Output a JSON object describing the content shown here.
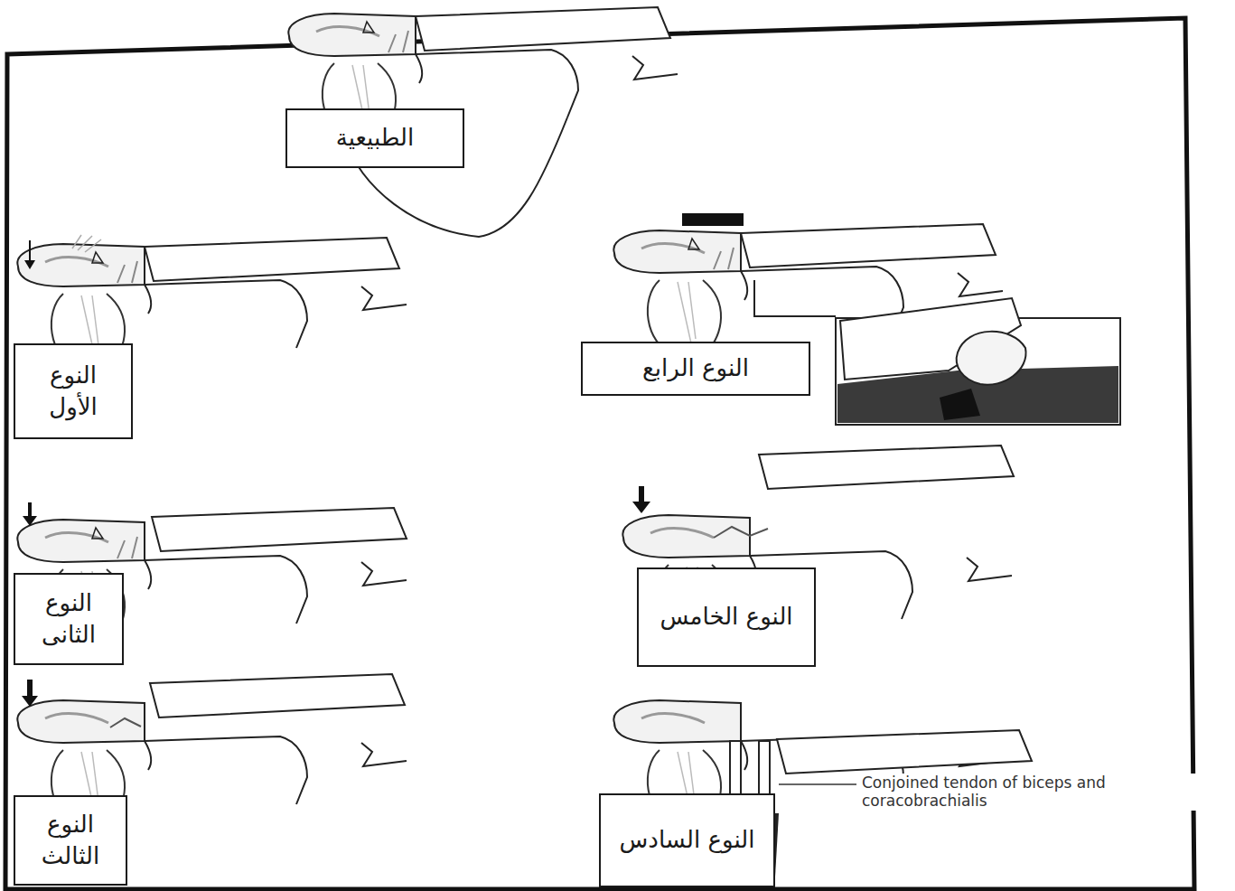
{
  "diagram": {
    "nodes": [
      {
        "text": [
          "الطبيعية"
        ]
      },
      {
        "text": [
          "النوع الأول"
        ]
      },
      {
        "text": [
          "النوع الرابع"
        ]
      },
      {
        "text": [
          "النوع الثانى"
        ]
      },
      {
        "text": [
          "النوع الخامس"
        ]
      },
      {
        "text": [
          "النوع الثالث"
        ]
      },
      {
        "text": [
          "النوع السادس"
        ]
      }
    ],
    "labels": [
      "Conjoined tendon of biceps and coracobrachialis"
    ]
  }
}
